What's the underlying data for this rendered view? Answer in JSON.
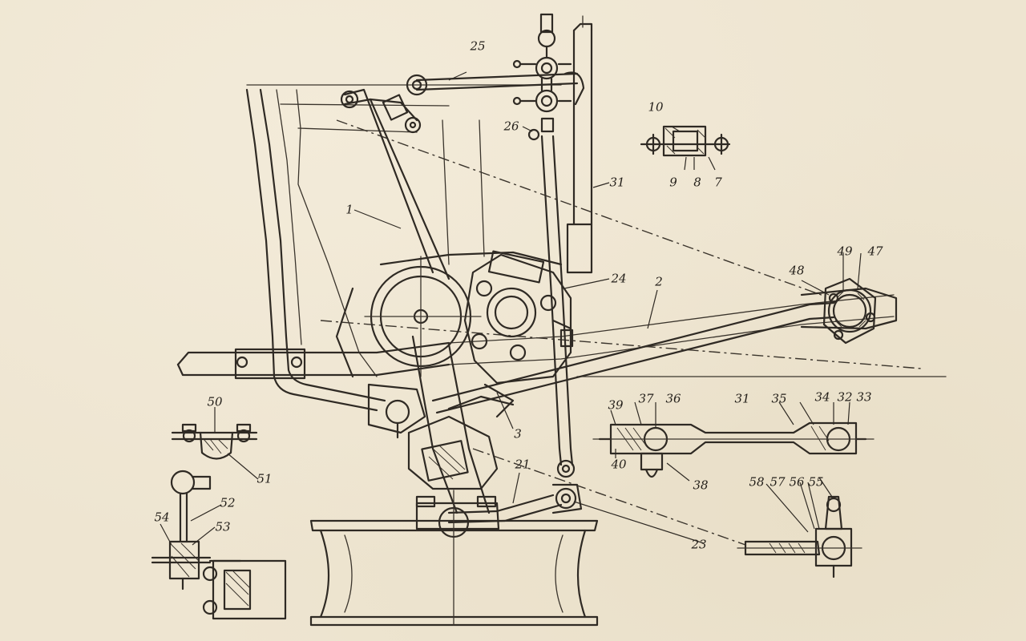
{
  "diagram": {
    "callouts": [
      {
        "id": "c1",
        "text": "1"
      },
      {
        "id": "c2",
        "text": "2"
      },
      {
        "id": "c3",
        "text": "3"
      },
      {
        "id": "c7",
        "text": "7"
      },
      {
        "id": "c8",
        "text": "8"
      },
      {
        "id": "c9",
        "text": "9"
      },
      {
        "id": "c10",
        "text": "10"
      },
      {
        "id": "c21",
        "text": "21"
      },
      {
        "id": "c23",
        "text": "23"
      },
      {
        "id": "c24",
        "text": "24"
      },
      {
        "id": "c25",
        "text": "25"
      },
      {
        "id": "c26",
        "text": "26"
      },
      {
        "id": "c31a",
        "text": "31"
      },
      {
        "id": "c31b",
        "text": "31"
      },
      {
        "id": "c32",
        "text": "32"
      },
      {
        "id": "c33",
        "text": "33"
      },
      {
        "id": "c34",
        "text": "34"
      },
      {
        "id": "c35",
        "text": "35"
      },
      {
        "id": "c36",
        "text": "36"
      },
      {
        "id": "c37",
        "text": "37"
      },
      {
        "id": "c38",
        "text": "38"
      },
      {
        "id": "c39",
        "text": "39"
      },
      {
        "id": "c40",
        "text": "40"
      },
      {
        "id": "c47",
        "text": "47"
      },
      {
        "id": "c48",
        "text": "48"
      },
      {
        "id": "c49",
        "text": "49"
      },
      {
        "id": "c50",
        "text": "50"
      },
      {
        "id": "c51",
        "text": "51"
      },
      {
        "id": "c52",
        "text": "52"
      },
      {
        "id": "c53",
        "text": "53"
      },
      {
        "id": "c54",
        "text": "54"
      },
      {
        "id": "c55",
        "text": "55"
      },
      {
        "id": "c56",
        "text": "56"
      },
      {
        "id": "c57",
        "text": "57"
      },
      {
        "id": "c58",
        "text": "58"
      }
    ]
  }
}
